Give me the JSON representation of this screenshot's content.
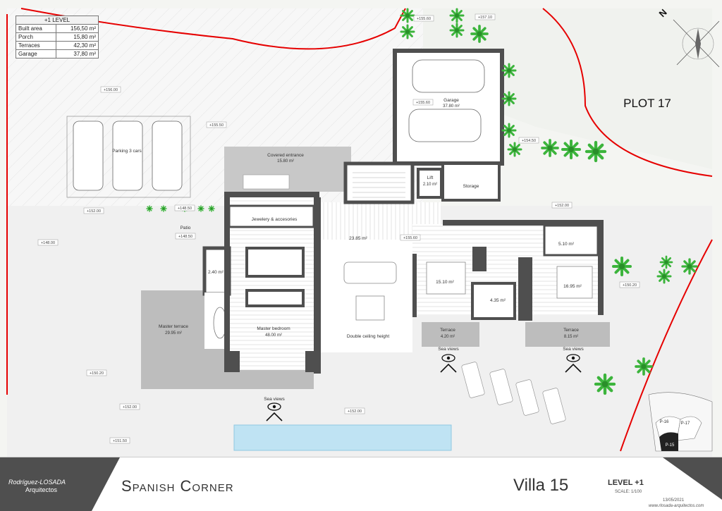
{
  "area_table": {
    "title": "+1 LEVEL",
    "rows": [
      {
        "label": "Built area",
        "value": "156,50 m²"
      },
      {
        "label": "Porch",
        "value": "15,80 m²"
      },
      {
        "label": "Terraces",
        "value": "42,30 m²"
      },
      {
        "label": "Garage",
        "value": "37,80 m²"
      }
    ]
  },
  "plot_label": "PLOT 17",
  "north_label": "N",
  "rooms": {
    "garage": {
      "name": "Garage",
      "area": "37.80 m²"
    },
    "covered_entrance": {
      "name": "Covered entrance",
      "area": "15.80 m²"
    },
    "parking": {
      "name": "Parking 3 cars"
    },
    "lift": {
      "name": "Lift",
      "area": "2.10 m²"
    },
    "storage": {
      "name": "Storage"
    },
    "jewelery": {
      "name": "Jewelery & accesories"
    },
    "patio": {
      "name": "Patio"
    },
    "hall": {
      "area": "23.85 m²"
    },
    "wc": {
      "area": "2.40 m²"
    },
    "master_terrace": {
      "name": "Master terrace",
      "area": "29.95 m²"
    },
    "master_bedroom": {
      "name": "Master bedroom",
      "area": "48.00 m²"
    },
    "double_ceiling": {
      "name": "Double ceiling height"
    },
    "bedroom_1": {
      "area": "15.10 m²"
    },
    "bath_1": {
      "area": "4.35 m²"
    },
    "bath_2": {
      "area": "5.10 m²"
    },
    "bedroom_2": {
      "area": "16.95 m²"
    },
    "terrace_1": {
      "name": "Terrace",
      "area": "4.20 m²"
    },
    "terrace_2": {
      "name": "Terrace",
      "area": "8.15 m²"
    }
  },
  "sea_views": "Sea views",
  "levels": [
    "+155.60",
    "+157.10",
    "+156.00",
    "+155.50",
    "+155.60",
    "+154.50",
    "+152.00",
    "+148.50",
    "+148.50",
    "+152.00",
    "+148.00",
    "+155.60",
    "+150.20",
    "+150.20",
    "+152.00",
    "+152.00",
    "+151.50"
  ],
  "plots": [
    "P-16",
    "P-17",
    "P-15"
  ],
  "footer": {
    "studio_line1": "Rodríguez-LOSADA",
    "studio_line2": "Arquitectos",
    "project": "Spanish Corner",
    "villa": "Villa 15",
    "level": "LEVEL +1",
    "scale": "SCALE: 1/100",
    "date": "13/05/2021",
    "website": "www.rlosada-arquitectos.com"
  },
  "colors": {
    "boundary": "#e60000",
    "walls": "#4f4f4f",
    "terrace": "#bdbdbd",
    "plant": "#3cb43c",
    "pool": "#bfe3f3"
  }
}
